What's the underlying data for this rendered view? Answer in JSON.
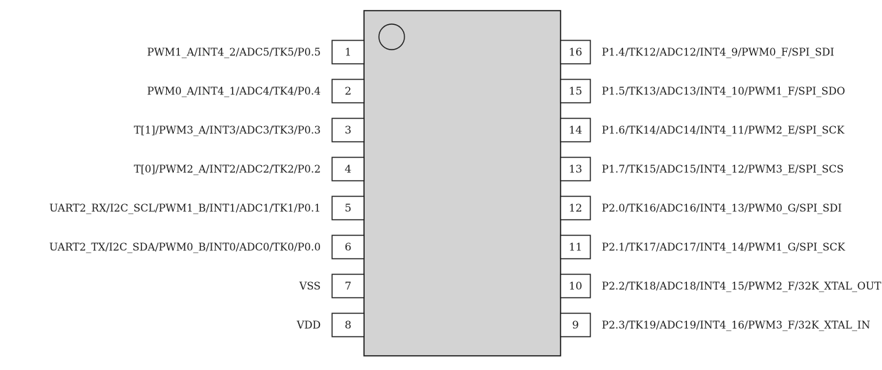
{
  "left_pins": [
    {
      "number": "1",
      "label": "PWM1_A/INT4_2/ADC5/TK5/P0.5"
    },
    {
      "number": "2",
      "label": "PWM0_A/INT4_1/ADC4/TK4/P0.4"
    },
    {
      "number": "3",
      "label": "T[1]/PWM3_A/INT3/ADC3/TK3/P0.3"
    },
    {
      "number": "4",
      "label": "T[0]/PWM2_A/INT2/ADC2/TK2/P0.2"
    },
    {
      "number": "5",
      "label": "UART2_RX/I2C_SCL/PWM1_B/INT1/ADC1/TK1/P0.1"
    },
    {
      "number": "6",
      "label": "UART2_TX/I2C_SDA/PWM0_B/INT0/ADC0/TK0/P0.0"
    },
    {
      "number": "7",
      "label": "VSS"
    },
    {
      "number": "8",
      "label": "VDD"
    }
  ],
  "right_pins": [
    {
      "number": "16",
      "label": "P1.4/TK12/ADC12/INT4_9/PWM0_F/SPI_SDI"
    },
    {
      "number": "15",
      "label": "P1.5/TK13/ADC13/INT4_10/PWM1_F/SPI_SDO"
    },
    {
      "number": "14",
      "label": "P1.6/TK14/ADC14/INT4_11/PWM2_E/SPI_SCK"
    },
    {
      "number": "13",
      "label": "P1.7/TK15/ADC15/INT4_12/PWM3_E/SPI_SCS"
    },
    {
      "number": "12",
      "label": "P2.0/TK16/ADC16/INT4_13/PWM0_G/SPI_SDI"
    },
    {
      "number": "11",
      "label": "P2.1/TK17/ADC17/INT4_14/PWM1_G/SPI_SCK"
    },
    {
      "number": "10",
      "label": "P2.2/TK18/ADC18/INT4_15/PWM2_F/32K_XTAL_OUT"
    },
    {
      "number": "9",
      "label": "P2.3/TK19/ADC19/INT4_16/PWM3_F/32K_XTAL_IN"
    }
  ],
  "colors": {
    "chip_body": "#d3d3d3",
    "outline": "#1a1a1a",
    "pin_fill": "#ffffff"
  }
}
